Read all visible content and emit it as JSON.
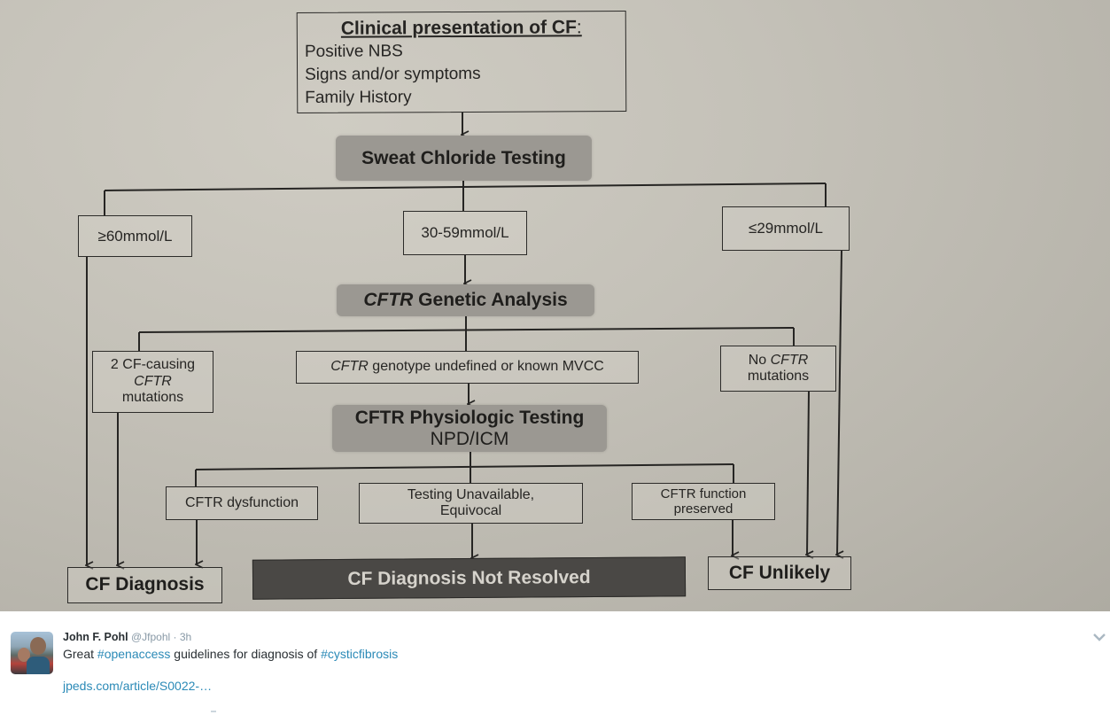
{
  "flowchart": {
    "clinical": {
      "title": "Clinical presentation of CF",
      "colon": ":",
      "lines": [
        "Positive NBS",
        "Signs and/or symptoms",
        "Family History"
      ]
    },
    "sweat_test": "Sweat Chloride Testing",
    "ranges": {
      "high": "≥60mmol/L",
      "mid": "30-59mmol/L",
      "low": "≤29mmol/L"
    },
    "genetic": {
      "italic": "CFTR",
      "rest": " Genetic Analysis"
    },
    "genetic_results": {
      "two_mutations": {
        "line1": "2 CF-causing",
        "line2_italic": "CFTR",
        "line3": "mutations"
      },
      "undefined": {
        "italic": "CFTR",
        "rest": " genotype undefined or known MVCC"
      },
      "no_mutations": {
        "prefix": "No ",
        "italic": "CFTR",
        "line2": "mutations"
      }
    },
    "physiologic": {
      "line1": "CFTR Physiologic Testing",
      "line2": "NPD/ICM"
    },
    "physiologic_results": {
      "dysfunction": "CFTR dysfunction",
      "unavailable": {
        "line1": "Testing Unavailable,",
        "line2": "Equivocal"
      },
      "preserved": {
        "line1": "CFTR function",
        "line2": "preserved"
      }
    },
    "outcomes": {
      "diagnosis": "CF Diagnosis",
      "not_resolved": "CF Diagnosis Not Resolved",
      "unlikely": "CF Unlikely"
    }
  },
  "tweet": {
    "author_name": "John F. Pohl",
    "handle": "@Jfpohl",
    "separator": "·",
    "time": "3h",
    "text_parts": {
      "t1": "Great ",
      "hashtag1": "#openaccess",
      "t2": " guidelines for diagnosis of ",
      "hashtag2": "#cysticfibrosis"
    },
    "link": "jpeds.com/article/S0022-…",
    "colors": {
      "link": "#2b8ab7",
      "name": "#292f33",
      "meta": "#8899a6"
    }
  }
}
